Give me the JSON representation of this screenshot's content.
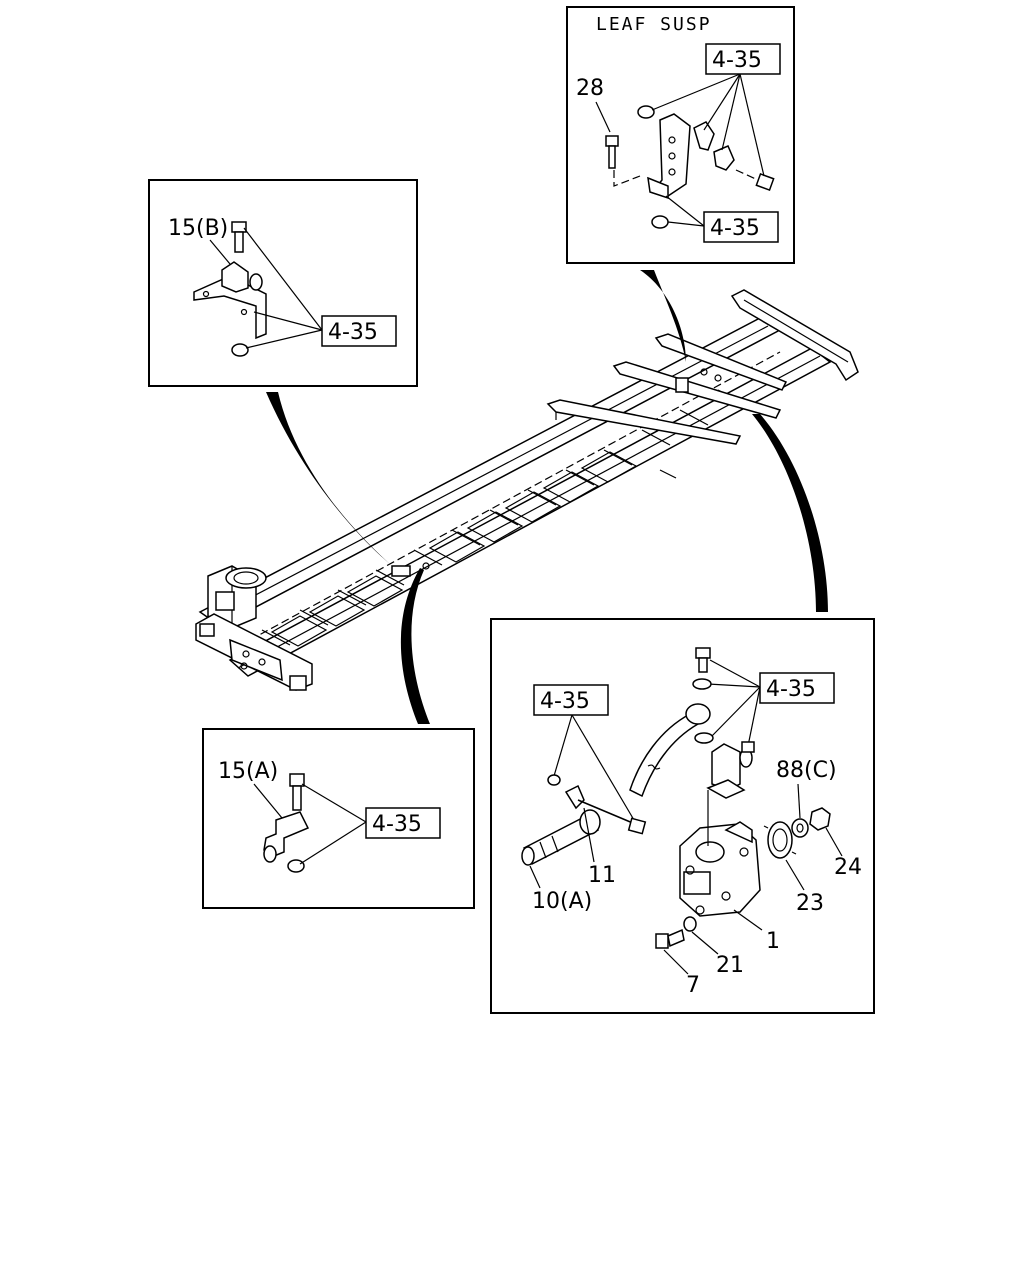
{
  "diagram": {
    "ref_code": "4-35",
    "panels": {
      "leaf_susp": {
        "title": "LEAF SUSP",
        "labels": {
          "bolt": "28"
        }
      },
      "bracket_b": {
        "labels": {
          "bracket": "15(B)"
        }
      },
      "bracket_a": {
        "labels": {
          "bracket": "15(A)"
        }
      },
      "pump": {
        "labels": {
          "pump": "1",
          "bolt": "7",
          "pipe": "10(A)",
          "clamp": "11",
          "washer": "21",
          "gear": "23",
          "nut": "24",
          "washer_c": "88(C)"
        }
      }
    }
  }
}
